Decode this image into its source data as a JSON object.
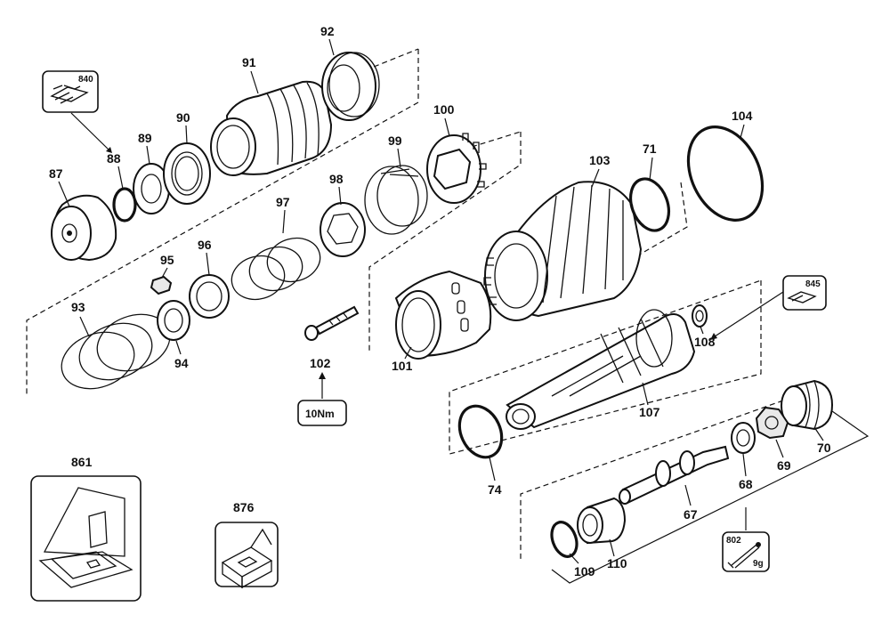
{
  "labels": {
    "p840": "840",
    "p87": "87",
    "p88": "88",
    "p89": "89",
    "p90": "90",
    "p91": "91",
    "p92": "92",
    "p93": "93",
    "p94": "94",
    "p95": "95",
    "p96": "96",
    "p97": "97",
    "p98": "98",
    "p99": "99",
    "p100": "100",
    "p101": "101",
    "p102": "102",
    "p103": "103",
    "p104": "104",
    "p71": "71",
    "p845": "845",
    "p108": "108",
    "p107": "107",
    "p74": "74",
    "p70": "70",
    "p69": "69",
    "p68": "68",
    "p67": "67",
    "p110": "110",
    "p109": "109",
    "p802": "802",
    "p9g": "9g",
    "p861": "861",
    "p876": "876",
    "torque": "10Nm"
  }
}
